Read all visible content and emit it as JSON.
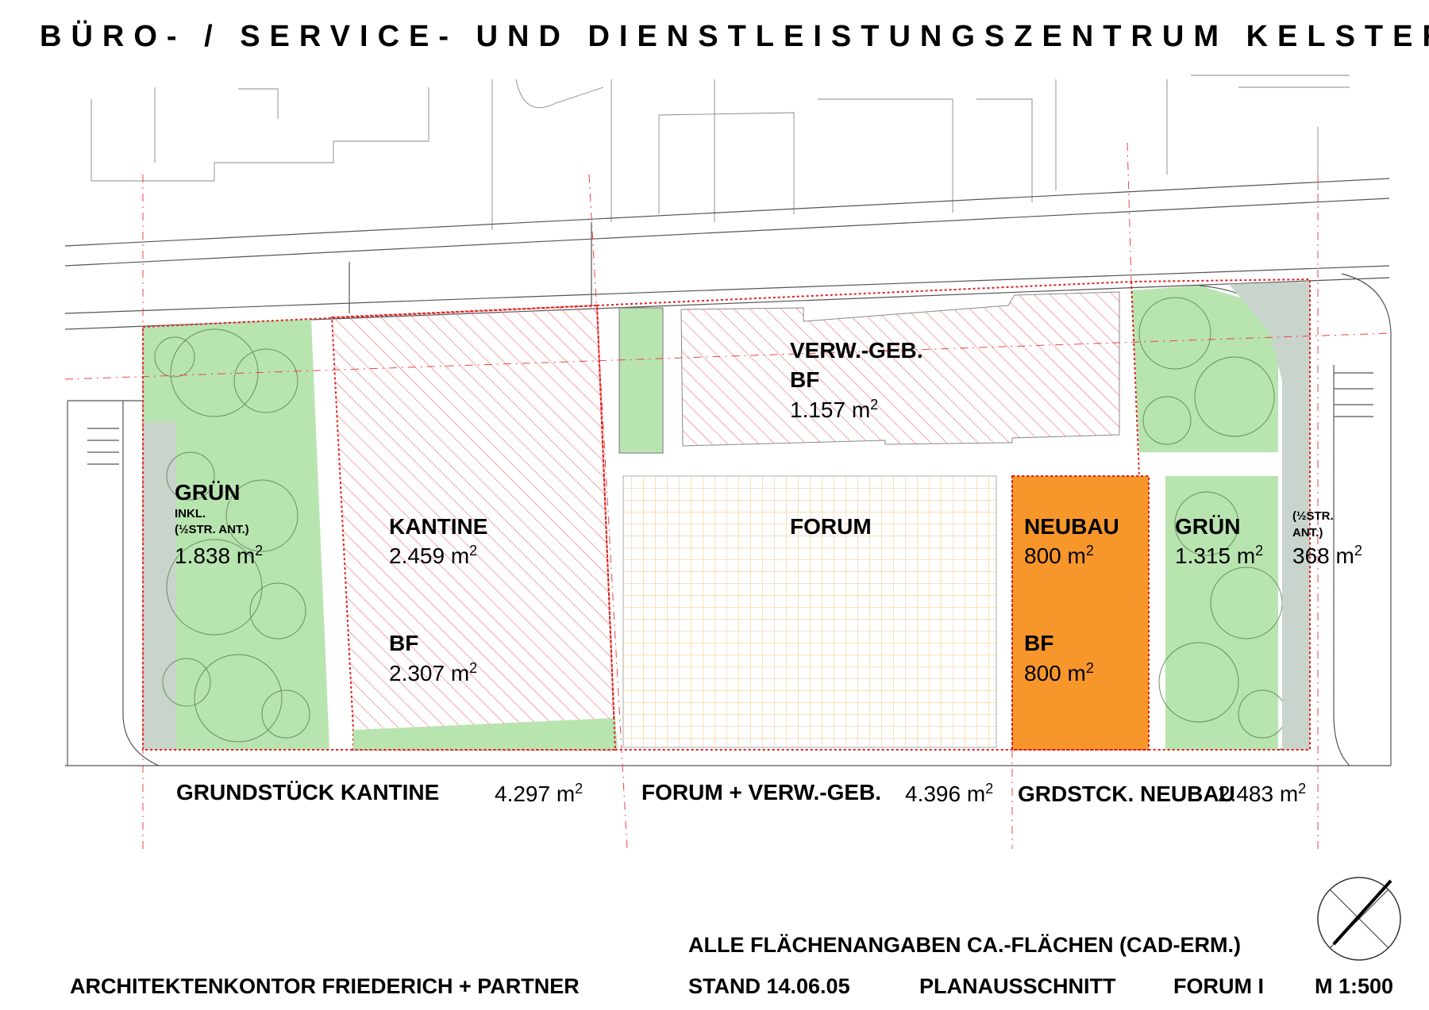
{
  "title": "BÜRO- / SERVICE- UND DIENSTLEISTUNGSZENTRUM KELSTERBACH",
  "areas": {
    "verw": {
      "label": "VERW.-GEB.",
      "sub": "BF",
      "value": "1.157 m",
      "unit_sup": "2"
    },
    "gruen_left": {
      "label": "GRÜN",
      "note1": "INKL.",
      "note2": "(½STR. ANT.)",
      "value": "1.838 m",
      "unit_sup": "2"
    },
    "kantine": {
      "label": "KANTINE",
      "value": "2.459 m",
      "sub": "BF",
      "sub_value": "2.307 m",
      "unit_sup": "2"
    },
    "forum": {
      "label": "FORUM"
    },
    "neubau": {
      "label": "NEUBAU",
      "value": "800 m",
      "sub": "BF",
      "sub_value": "800 m",
      "unit_sup": "2"
    },
    "gruen_right": {
      "label": "GRÜN",
      "value": "1.315 m",
      "unit_sup": "2"
    },
    "strip_right": {
      "note1": "(½STR.",
      "note2": "ANT.)",
      "value": "368 m",
      "unit_sup": "2"
    }
  },
  "plots": {
    "kantine": {
      "label": "GRUNDSTÜCK KANTINE",
      "value": "4.297 m",
      "unit_sup": "2"
    },
    "forum": {
      "label": "FORUM + VERW.-GEB.",
      "value": "4.396 m",
      "unit_sup": "2"
    },
    "neubau": {
      "label": "GRDSTCK. NEUBAU",
      "value": "2.483 m",
      "unit_sup": "2"
    }
  },
  "footer": {
    "note": "ALLE FLÄCHENANGABEN CA.-FLÄCHEN (CAD-ERM.)",
    "office": "ARCHITEKTENKONTOR FRIEDERICH + PARTNER",
    "date": "STAND 14.06.05",
    "section": "PLANAUSSCHNITT",
    "project": "FORUM I",
    "scale": "M 1:500"
  },
  "colors": {
    "green": "#b8e4b0",
    "grey_strip": "#c8d4cc",
    "red": "#e02020",
    "hatch": "#f08080",
    "forum_grid": "#f4c27a",
    "neubau": "#f7962a"
  },
  "icons": {
    "north_arrow": "north-arrow-icon"
  }
}
